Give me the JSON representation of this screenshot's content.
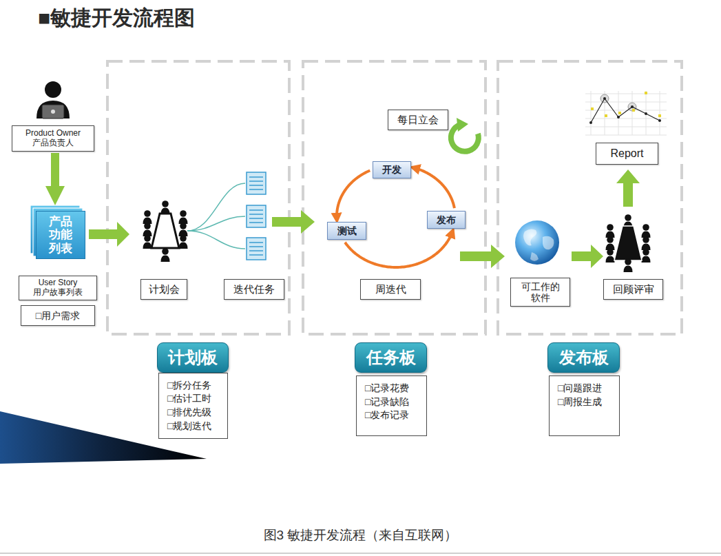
{
  "diagram": {
    "title": "■敏捷开发流程图",
    "caption": "图3 敏捷开发流程（来自互联网）",
    "nodes": [
      {
        "text": [
          "Product Owner 产品负责人"
        ]
      },
      {
        "text": [
          "产品 功能 列表"
        ]
      },
      {
        "text": [
          "User Story 用户故事列表"
        ]
      },
      {
        "text": [
          "□用户需求"
        ]
      },
      {
        "text": [
          "计划会"
        ]
      },
      {
        "text": [
          "迭代任务"
        ]
      },
      {
        "text": [
          "每日立会"
        ]
      },
      {
        "text": [
          "开发"
        ]
      },
      {
        "text": [
          "测试"
        ]
      },
      {
        "text": [
          "发布"
        ]
      },
      {
        "text": [
          "周迭代"
        ]
      },
      {
        "text": [
          "Report"
        ]
      },
      {
        "text": [
          "可工作的 软件"
        ]
      },
      {
        "text": [
          "回顾评审"
        ]
      },
      {
        "text": [
          "计划板"
        ]
      },
      {
        "text": [
          "□拆分任务",
          "□估计工时",
          "□排优先级",
          "□规划迭代"
        ]
      },
      {
        "text": [
          "任务板"
        ]
      },
      {
        "text": [
          "□记录花费",
          "□记录缺陷",
          "□发布记录"
        ]
      },
      {
        "text": [
          "发布板"
        ]
      },
      {
        "text": [
          "□问题跟进",
          "□周报生成"
        ]
      }
    ],
    "edges": [
      {
        "from": 0,
        "to": 1,
        "arrow": "to"
      },
      {
        "from": 7,
        "to": 8,
        "arrow": "to"
      },
      {
        "from": 8,
        "to": 9,
        "arrow": "to"
      },
      {
        "from": 9,
        "to": 7,
        "arrow": "to"
      }
    ]
  }
}
